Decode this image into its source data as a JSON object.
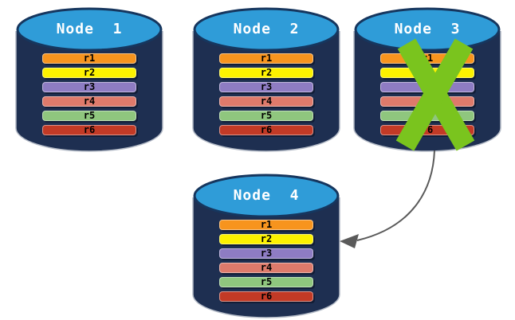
{
  "diagram": {
    "nodes": [
      {
        "label": "Node  1",
        "status": "active"
      },
      {
        "label": "Node  2",
        "status": "active"
      },
      {
        "label": "Node  3",
        "status": "failed"
      },
      {
        "label": "Node  4",
        "status": "active"
      }
    ],
    "replicas": [
      {
        "label": "r1",
        "color": "#F7941E"
      },
      {
        "label": "r2",
        "color": "#FDF200"
      },
      {
        "label": "r3",
        "color": "#8E7CC3"
      },
      {
        "label": "r4",
        "color": "#DE7A6B"
      },
      {
        "label": "r5",
        "color": "#8FC67E"
      },
      {
        "label": "r6",
        "color": "#C23A26"
      }
    ],
    "arrow": {
      "from": "Node 3",
      "to": "Node 4"
    },
    "colors": {
      "cylinder_body": "#1E2F51",
      "cylinder_top": "#2F9CD8",
      "cylinder_top_border": "#16365E",
      "cylinder_outline": "#B3BAC6",
      "failure_x": "#7AC41E",
      "arrow": "#5A5A5A",
      "bar_text": "#000000",
      "node_label_text": "#FFFFFF"
    }
  }
}
